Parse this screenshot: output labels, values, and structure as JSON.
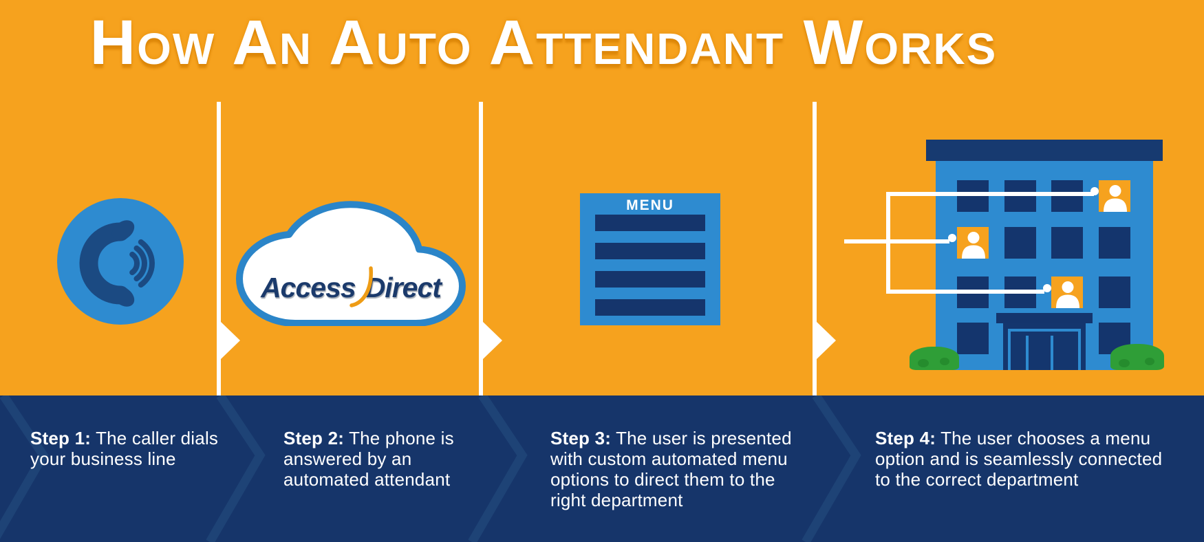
{
  "title": "How An Auto Attendant Works",
  "colors": {
    "background_orange": "#F6A21E",
    "navy": "#16356A",
    "light_blue": "#2E8BD0",
    "white": "#FFFFFF",
    "bush_green": "#2F9E37",
    "logo_navy": "#1B3A6B",
    "swoosh_orange": "#EE9C15",
    "footer_chevron": "#1E4376"
  },
  "logo": {
    "access": "Access",
    "direct": "Direct"
  },
  "menu": {
    "title": "MENU",
    "option_bars": 4
  },
  "steps": [
    {
      "label": "Step 1:",
      "text": "The caller dials\nyour business line",
      "icon": "phone-icon"
    },
    {
      "label": "Step 2:",
      "text": "The phone is\nanswered by an\nautomated attendant",
      "icon": "accessdirect-cloud-icon"
    },
    {
      "label": "Step 3:",
      "text": "The user is presented\nwith custom automated menu\noptions to direct them to the\nright department",
      "icon": "menu-icon"
    },
    {
      "label": "Step 4:",
      "text": "The user chooses a menu\noption and is seamlessly connected\nto the correct department",
      "icon": "office-building-icon"
    }
  ]
}
